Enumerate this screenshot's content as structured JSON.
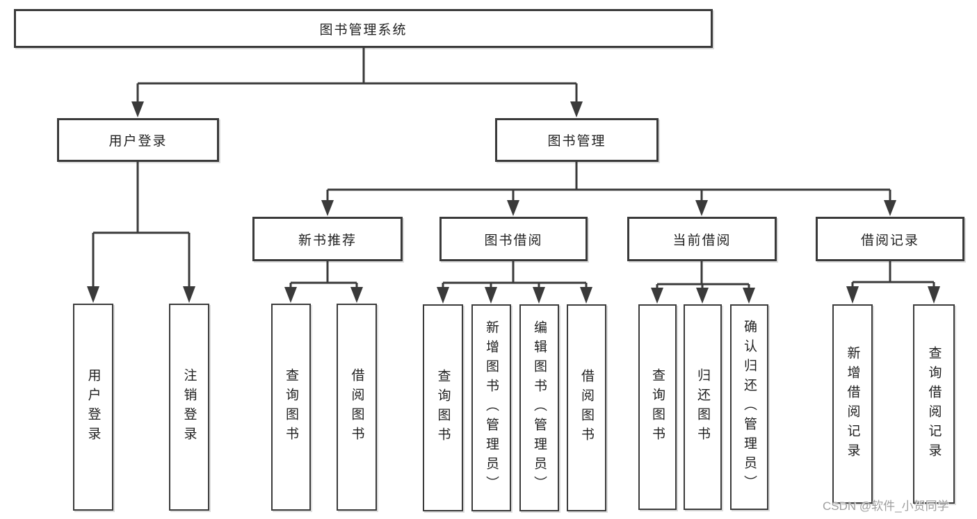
{
  "tree": {
    "label": "图书管理系统",
    "children": [
      {
        "label": "用户登录",
        "children": [
          {
            "label": "用户登录"
          },
          {
            "label": "注销登录"
          }
        ]
      },
      {
        "label": "图书管理",
        "children": [
          {
            "label": "新书推荐",
            "children": [
              {
                "label": "查询图书"
              },
              {
                "label": "借阅图书"
              }
            ]
          },
          {
            "label": "图书借阅",
            "children": [
              {
                "label": "查询图书"
              },
              {
                "label": "新增图书（管理员）"
              },
              {
                "label": "编辑图书（管理员）"
              },
              {
                "label": "借阅图书"
              }
            ]
          },
          {
            "label": "当前借阅",
            "children": [
              {
                "label": "查询图书"
              },
              {
                "label": "归还图书"
              },
              {
                "label": "确认归还（管理员）"
              }
            ]
          },
          {
            "label": "借阅记录",
            "children": [
              {
                "label": "新增借阅记录"
              },
              {
                "label": "查询借阅记录"
              }
            ]
          }
        ]
      }
    ]
  },
  "watermark": {
    "text": "CSDN @软件_小贺同学"
  },
  "colors": {
    "line": "#3a3a3a",
    "text": "#1f1f1f",
    "fill": "#ffffff",
    "watermark": "#9e9e9e"
  }
}
